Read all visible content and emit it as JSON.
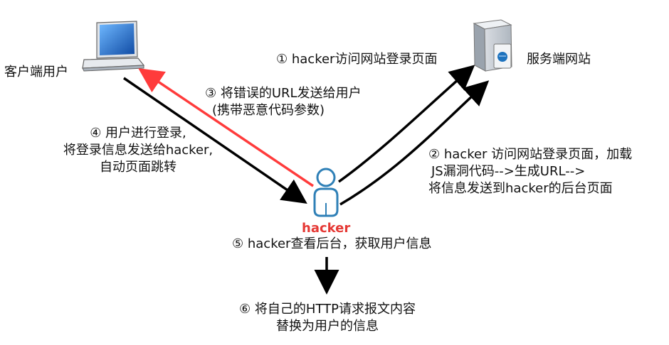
{
  "nodes": {
    "client_label": "客户端用户",
    "server_label": "服务端网站",
    "hacker_label": "hacker"
  },
  "steps": {
    "s1": "① hacker访问网站登录页面",
    "s2_line1": "② hacker 访问网站登录页面，加载",
    "s2_line2": "JS漏洞代码-->生成URL-->",
    "s2_line3": "将信息发送到hacker的后台页面",
    "s3_line1": "③ 将错误的URL发送给用户",
    "s3_line2": "(携带恶意代码参数)",
    "s4_line1": "④ 用户进行登录,",
    "s4_line2": "将登录信息发送给hacker,",
    "s4_line3": "自动页面跳转",
    "s5": "⑤ hacker查看后台，获取用户信息",
    "s6_line1": "⑥ 将自己的HTTP请求报文内容",
    "s6_line2": "替换为用户的信息"
  },
  "colors": {
    "hacker_accent": "#e53935",
    "hacker_outline": "#2f80b7",
    "arrow_black": "#000000",
    "arrow_red": "#ff3b3b"
  }
}
